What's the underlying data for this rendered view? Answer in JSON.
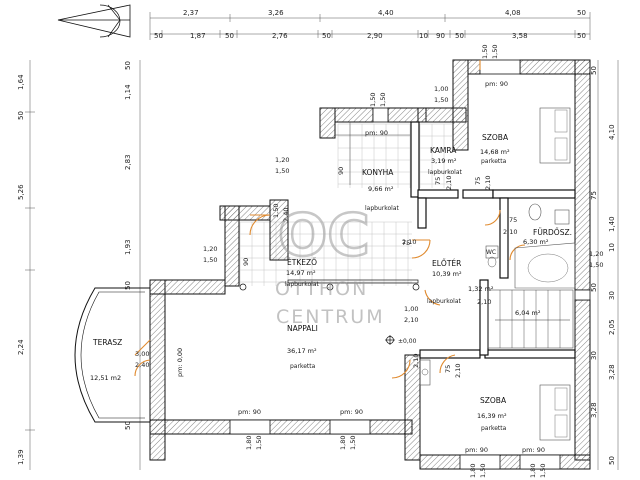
{
  "watermark": {
    "logo": "OC",
    "line1": "OTTHON",
    "line2": "CENTRUM"
  },
  "top_dims_row1": [
    "2,37",
    "3,26",
    "4,40",
    "4,08"
  ],
  "top_dims_row2": [
    "50",
    "1,87",
    "50",
    "2,76",
    "50",
    "2,90",
    "10",
    "90",
    "50",
    "3,58",
    "50"
  ],
  "left_dims": [
    "1,64",
    "1,14",
    "50",
    "2,83",
    "5,26",
    "1,93",
    "50",
    "2,24",
    "50",
    "1,39"
  ],
  "right_dims": [
    "50",
    "4,10",
    "75",
    "1,40",
    "10",
    "50",
    "30",
    "2,05",
    "30",
    "3,28",
    "3,28",
    "50"
  ],
  "rooms": {
    "konyha": {
      "name": "KONYHA",
      "area": "9,66 m²",
      "floor": "lapburkolat"
    },
    "kamra": {
      "name": "KAMRA",
      "area": "3,19 m²",
      "floor": "lapburkolat"
    },
    "szoba1": {
      "name": "SZOBA",
      "area": "14,68 m²",
      "floor": "parketta"
    },
    "furdo": {
      "name": "FÜRDŐSZ.",
      "area": "6,30 m²",
      "floor": ""
    },
    "etkezo": {
      "name": "ÉTKEZŐ",
      "area": "14,97 m²",
      "floor": "lapburkolat"
    },
    "eloter": {
      "name": "ELŐTÉR",
      "area": "10,39 m²",
      "floor": "lapburkolat"
    },
    "wc": {
      "name": "WC",
      "area": "1,32 m²",
      "floor": ""
    },
    "lepcso": {
      "name": "",
      "area": "6,04 m²",
      "floor": ""
    },
    "nappali": {
      "name": "NAPPALI",
      "area": "36,17 m²",
      "floor": "parketta"
    },
    "szoba2": {
      "name": "SZOBA",
      "area": "16,39 m²",
      "floor": "parketta"
    },
    "terasz": {
      "name": "TERASZ",
      "area": "12,51 m2",
      "floor": ""
    }
  },
  "floor_lapburkolat": "lapburkolat",
  "level_marker": "±0,00",
  "openings": {
    "pm90": "pm: 90",
    "pm0": "pm: 0,00",
    "d_1_50": "1,50",
    "d_1_00": "1,00",
    "d_1_20": "1,20",
    "d_2_10": "2,10",
    "d_2_40": "2,40",
    "d_3_00": "3,00",
    "d_1_80": "1,80",
    "d_75": "75",
    "d_90": "90"
  }
}
